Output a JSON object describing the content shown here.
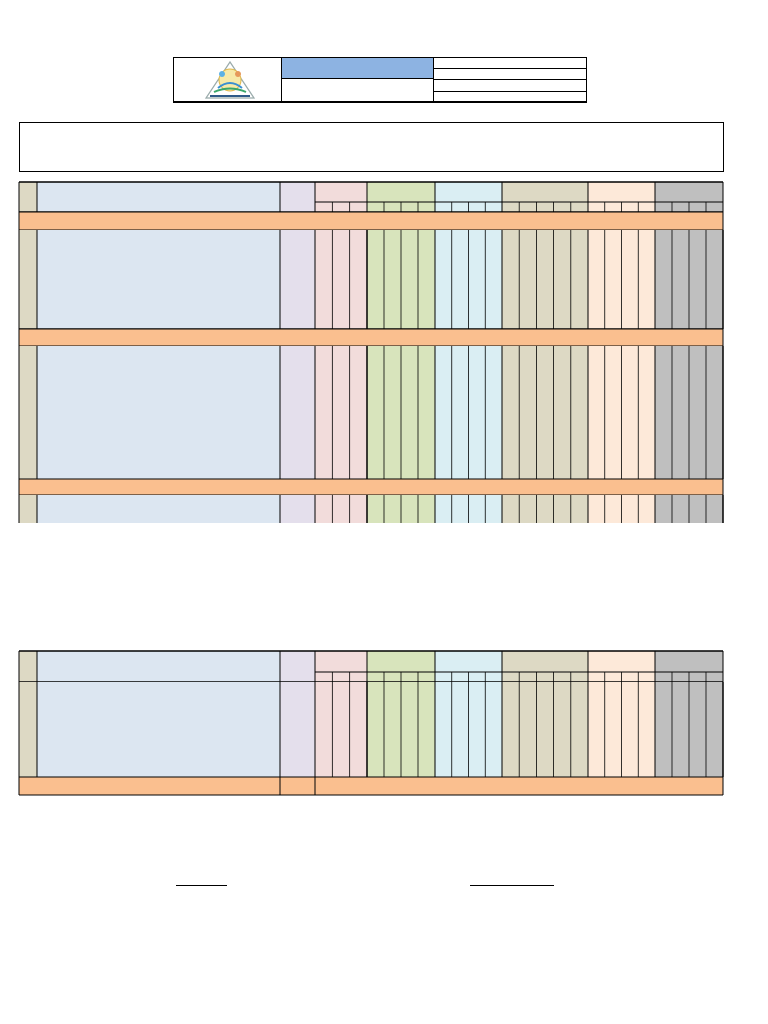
{
  "header": {
    "logo_icon": "school-emblem-icon",
    "title_cell": "",
    "subtitle_cell": "",
    "info_rows": [
      "",
      "",
      "",
      ""
    ]
  },
  "title_box": {
    "text": ""
  },
  "colors": {
    "row_label": "#ddd9c4",
    "name_column": "#dce6f1",
    "third_column": "#e4dfec",
    "group_pink": "#f2dcdb",
    "group_green": "#d8e4bc",
    "group_cyan": "#daeef3",
    "group_tan": "#ddd9c4",
    "group_peach": "#fde9d9",
    "group_gray": "#bfbfbf",
    "section_band": "#fabf8f",
    "header_blue": "#8db3e2"
  },
  "column_groups": [
    {
      "key": "pink",
      "subcolumns": 3
    },
    {
      "key": "green",
      "subcolumns": 4
    },
    {
      "key": "cyan",
      "subcolumns": 4
    },
    {
      "key": "tan",
      "subcolumns": 5
    },
    {
      "key": "peach",
      "subcolumns": 4
    },
    {
      "key": "gray",
      "subcolumns": 4
    }
  ],
  "table_top": {
    "sections": [
      {
        "band_label": "",
        "rows": [
          ""
        ]
      },
      {
        "band_label": "",
        "rows": [
          ""
        ]
      },
      {
        "band_label": "",
        "rows": [
          ""
        ]
      }
    ]
  },
  "table_bottom": {
    "sections": [
      {
        "rows": [
          ""
        ]
      }
    ],
    "footer_band": {
      "label": "",
      "value": ""
    }
  },
  "signatures": [
    {
      "label": ""
    },
    {
      "label": ""
    }
  ]
}
